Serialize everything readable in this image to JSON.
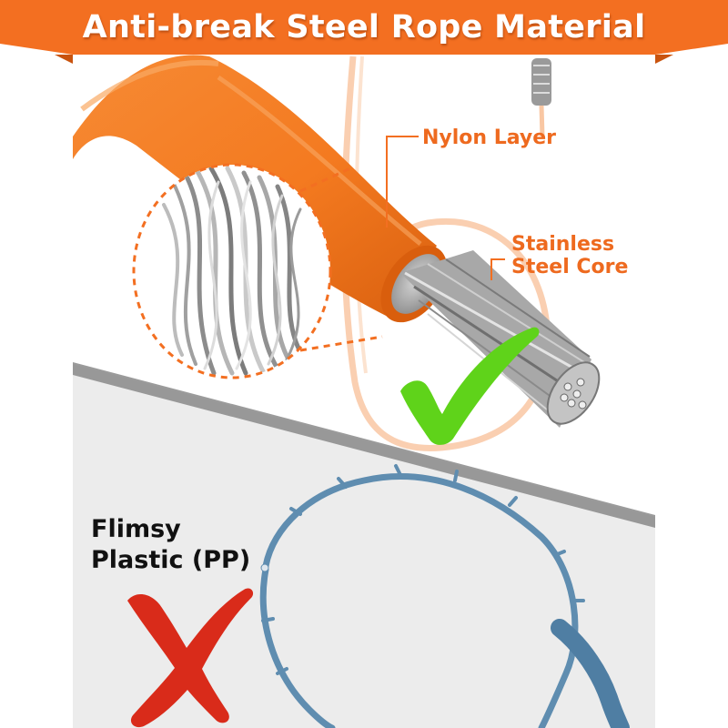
{
  "banner": {
    "title": "Anti-break Steel Rope Material"
  },
  "callouts": {
    "nylon": "Nylon Layer",
    "steel_line1": "Stainless",
    "steel_line2": "Steel Core"
  },
  "comparison": {
    "line1": "Flimsy",
    "line2": "Plastic (PP)"
  },
  "icons": {
    "good": "check-mark-icon",
    "bad": "x-mark-icon"
  },
  "colors": {
    "accent": "#f36f21",
    "nylon_cable": "#f47a20",
    "check": "#5fd31a",
    "cross": "#d92b1a",
    "plastic": "#5f8db0",
    "lower_bg": "#ececec",
    "divider": "#8a8a8a"
  }
}
